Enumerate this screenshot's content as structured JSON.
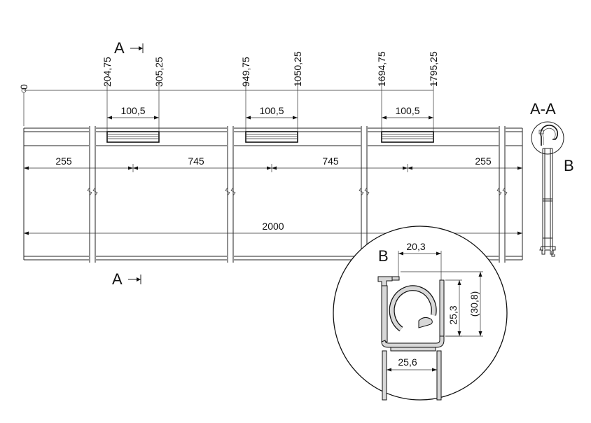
{
  "main_view": {
    "origin_label": "0",
    "ordinate_labels": [
      "204,75",
      "305,25",
      "949,75",
      "1050,25",
      "1694,75",
      "1795,25"
    ],
    "slot_width_labels": [
      "100,5",
      "100,5",
      "100,5"
    ],
    "spacing_labels": [
      "255",
      "745",
      "745",
      "255"
    ],
    "overall_length_label": "2000",
    "section_marker_top": "A",
    "section_marker_bottom": "A"
  },
  "section_view": {
    "title": "A-A",
    "detail_callout": "B"
  },
  "detail_view": {
    "label": "B",
    "dimensions": {
      "top_width": "20,3",
      "inner_height": "25,3",
      "overall_height": "(30,8)",
      "bottom_width": "25,6"
    }
  }
}
